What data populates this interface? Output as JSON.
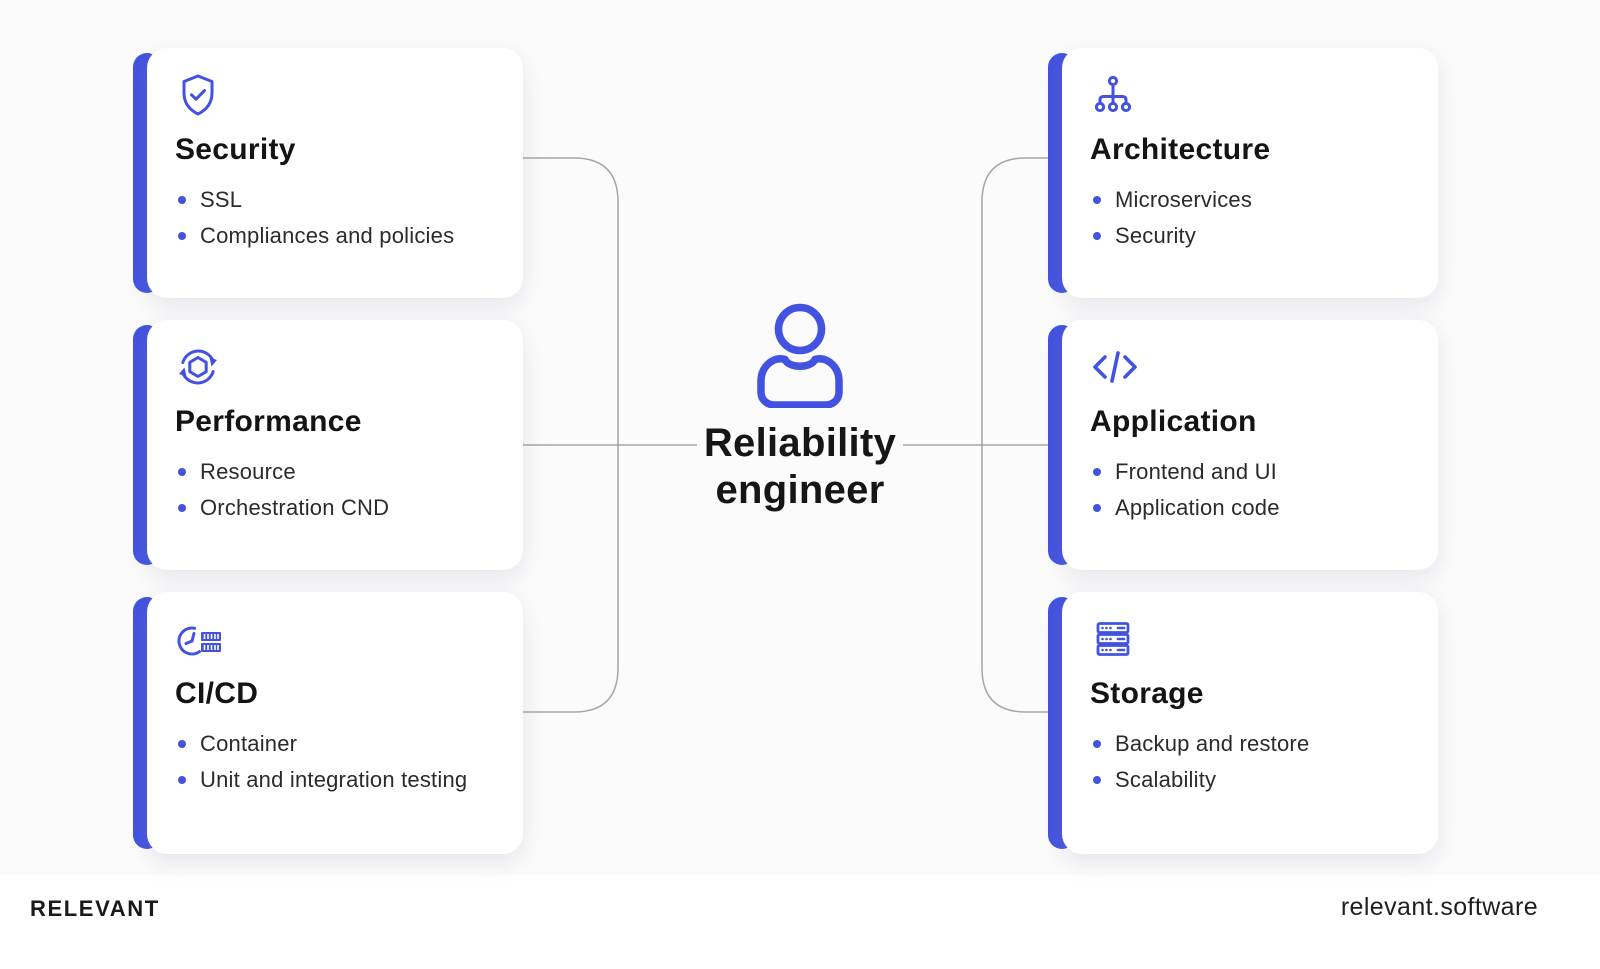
{
  "footer": {
    "brand": "RELEVANT",
    "website": "relevant.software"
  },
  "center": {
    "role_line1": "Reliability",
    "role_line2": "engineer",
    "icon": "person-icon"
  },
  "colors": {
    "accent_blue": "#4352E0",
    "card_background": "#FFFFFF",
    "canvas_background": "#FBFBFB",
    "connector_line": "#A6A6A6",
    "title_text": "#141414",
    "body_text": "#2B2B2B"
  },
  "cards": {
    "left": [
      {
        "icon": "shield-check-icon",
        "title": "Security",
        "items": [
          "SSL",
          "Compliances and policies"
        ]
      },
      {
        "icon": "sync-hexagon-icon",
        "title": "Performance",
        "items": [
          "Resource",
          "Orchestration CND"
        ]
      },
      {
        "icon": "clock-container-icon",
        "title": "CI/CD",
        "items": [
          "Container",
          "Unit and integration testing"
        ]
      }
    ],
    "right": [
      {
        "icon": "sitemap-icon",
        "title": "Architecture",
        "items": [
          "Microservices",
          "Security"
        ]
      },
      {
        "icon": "code-brackets-icon",
        "title": "Application",
        "items": [
          "Frontend and UI",
          "Application code"
        ]
      },
      {
        "icon": "server-stack-icon",
        "title": "Storage",
        "items": [
          "Backup and restore",
          "Scalability"
        ]
      }
    ]
  }
}
